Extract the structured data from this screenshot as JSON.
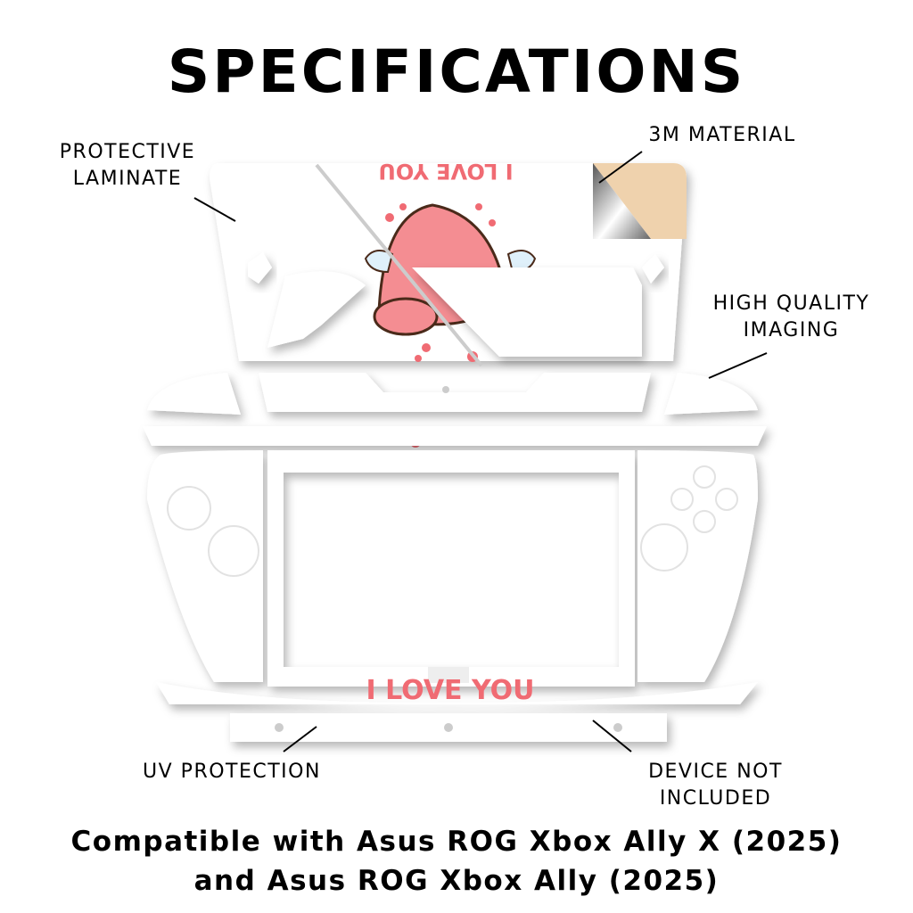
{
  "title": "SPECIFICATIONS",
  "callouts": {
    "protective_laminate": [
      "PROTECTIVE",
      "LAMINATE"
    ],
    "material": "3M MATERIAL",
    "imaging": [
      "HIGH QUALITY",
      "IMAGING"
    ],
    "uv": "UV PROTECTION",
    "device": [
      "DEVICE NOT",
      "INCLUDED"
    ]
  },
  "artwork": {
    "top_text": "I LOVE YOU",
    "bottom_text": "I LOVE YOU"
  },
  "compatibility": [
    "Compatible with Asus ROG Xbox Ally X (2025)",
    "and Asus ROG Xbox Ally (2025)"
  ],
  "colors": {
    "heart": "#f06b73",
    "character": "#f48d92",
    "backing": "#efd2ad"
  }
}
